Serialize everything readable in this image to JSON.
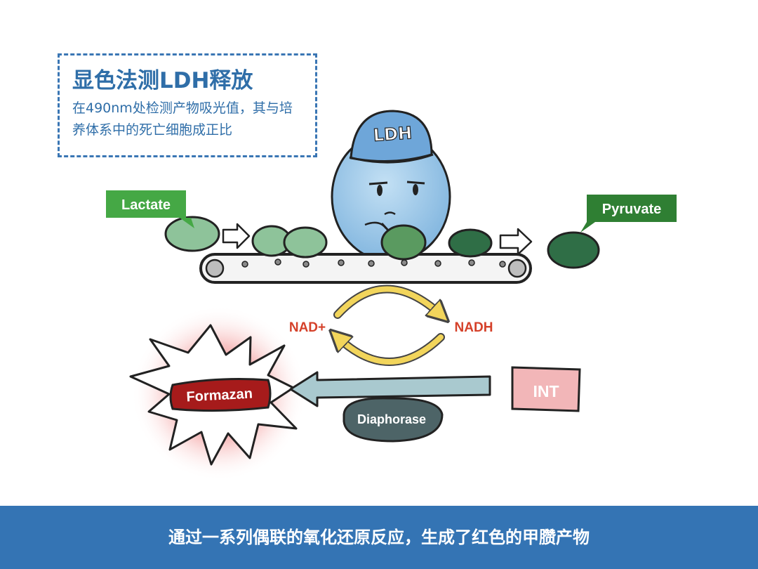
{
  "info_box": {
    "title": "显色法测LDH释放",
    "description": "在490nm处检测产物吸光值，其与培养体系中的死亡细胞成正比"
  },
  "labels": {
    "lactate": "Lactate",
    "pyruvate": "Pyruvate",
    "ldh_cap": "LDH",
    "nad_plus": "NAD+",
    "nadh": "NADH",
    "formazan": "Formazan",
    "int": "INT",
    "diaphorase": "Diaphorase"
  },
  "footer": {
    "caption": "通过一系列偶联的氧化还原反应，生成了红色的甲臜产物"
  },
  "colors": {
    "accent_blue": "#3474b4",
    "lactate_green": "#45a845",
    "pyruvate_green": "#2f7f33",
    "nad_red": "#d5412a",
    "formazan_red": "#a61b1b",
    "int_pink": "#f2b6b8",
    "diaphorase_gray": "#4d6467",
    "cycle_yellow": "#f2d55b"
  }
}
